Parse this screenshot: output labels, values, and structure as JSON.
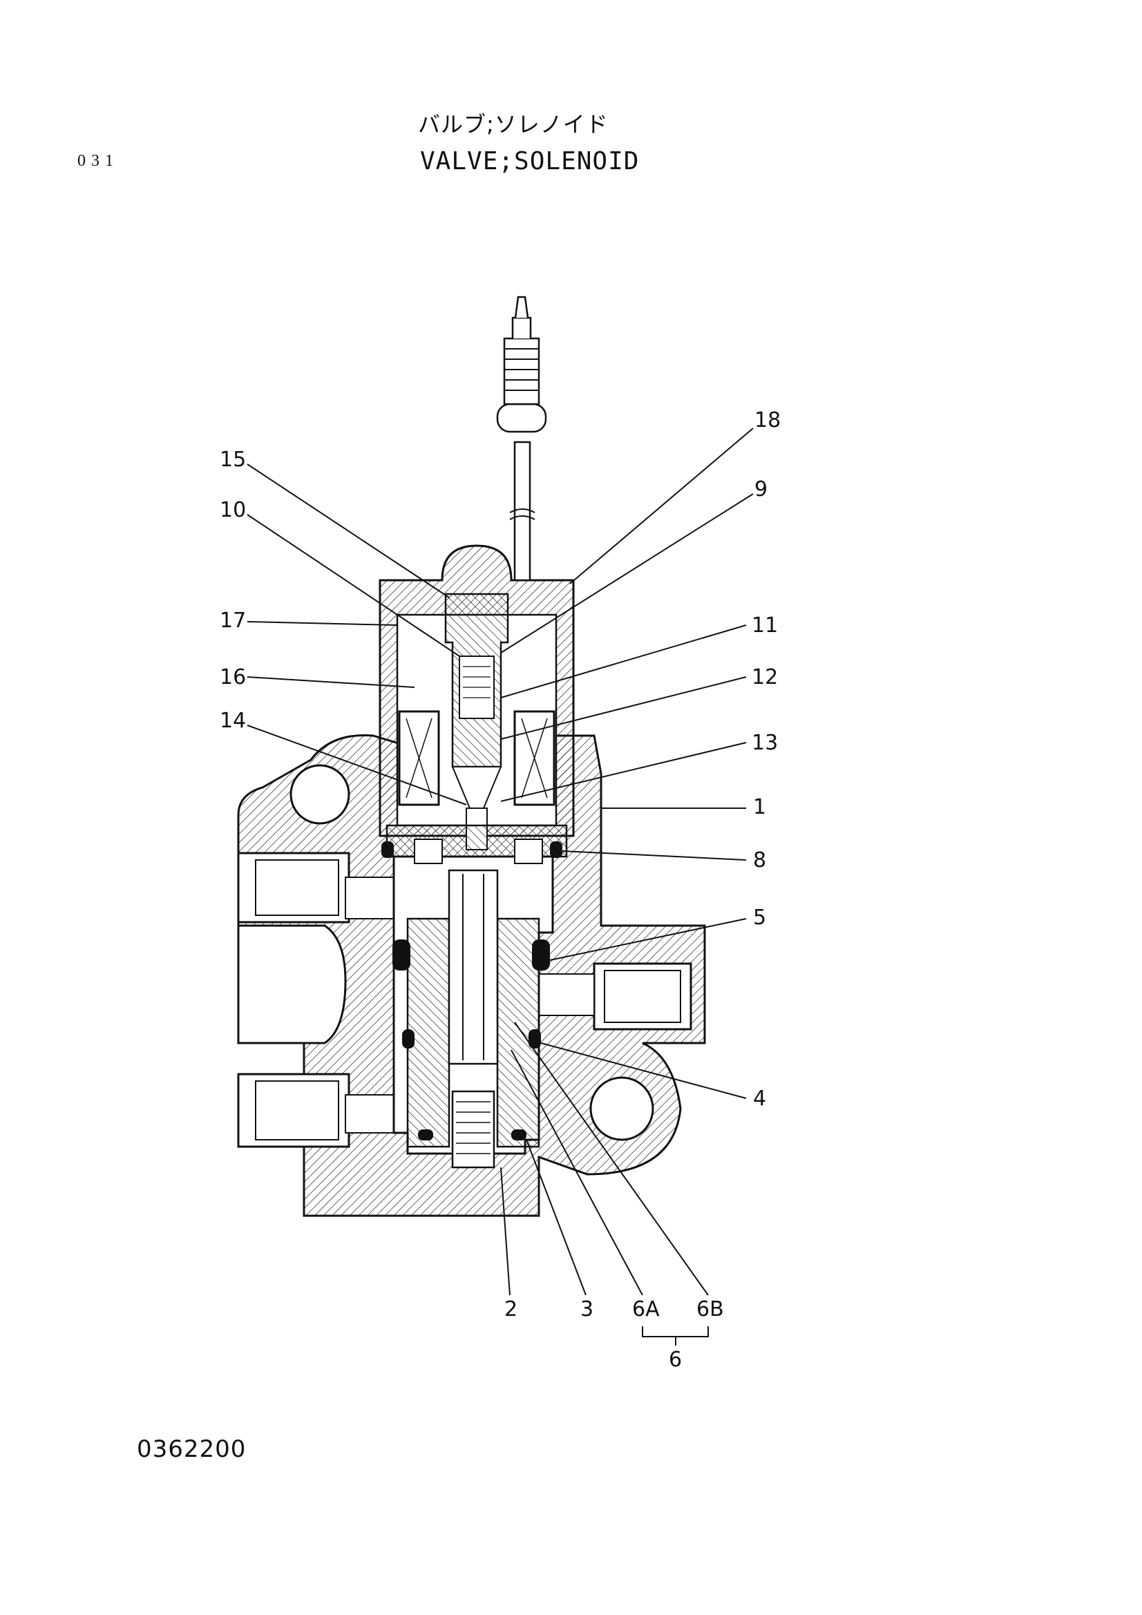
{
  "header": {
    "page_number": "031",
    "title_jp": "バルブ;ソレノイド",
    "title_en": "VALVE;SOLENOID"
  },
  "diagram": {
    "callouts": [
      "1",
      "2",
      "3",
      "4",
      "5",
      "6A",
      "6B",
      "6",
      "8",
      "9",
      "10",
      "11",
      "12",
      "13",
      "14",
      "15",
      "16",
      "17",
      "18"
    ]
  },
  "footer": {
    "drawing_code": "0362200"
  }
}
